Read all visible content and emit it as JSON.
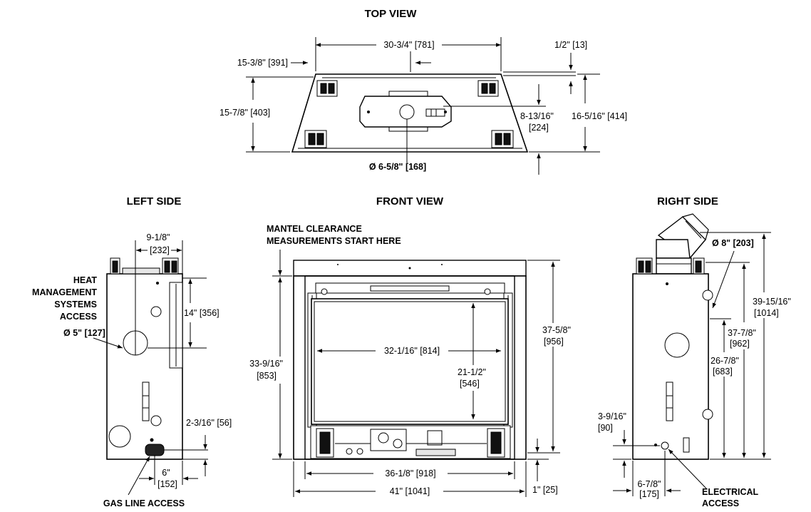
{
  "headings": {
    "top_view": "TOP VIEW",
    "left_side": "LEFT SIDE",
    "front_view": "FRONT VIEW",
    "right_side": "RIGHT SIDE"
  },
  "top_view": {
    "width": "30-3/4\" [781]",
    "left_offset": "15-3/8\" [391]",
    "top_offset": "1/2\" [13]",
    "depth": "15-7/8\" [403]",
    "overall_depth": "16-5/16\" [414]",
    "flue_offset_1": "8-13/16\"",
    "flue_offset_2": "[224]",
    "flue_diameter": "Ø 6-5/8\" [168]"
  },
  "left_side": {
    "flue_center_1": "9-1/8\"",
    "flue_center_2": "[232]",
    "hms_line1": "HEAT",
    "hms_line2": "MANAGEMENT",
    "hms_line3": "SYSTEMS",
    "hms_line4": "ACCESS",
    "hms_diameter": "Ø 5\" [127]",
    "hms_height": "14\" [356]",
    "gas_height": "2-3/16\" [56]",
    "gas_offset_1": "6\"",
    "gas_offset_2": "[152]",
    "gas_label": "GAS LINE ACCESS"
  },
  "front_view": {
    "mantel_line1": "MANTEL CLEARANCE",
    "mantel_line2": "MEASUREMENTS START HERE",
    "opening_width": "32-1/16\" [814]",
    "opening_height_1": "21-1/2\"",
    "opening_height_2": "[546]",
    "frame_height_1": "33-9/16\"",
    "frame_height_2": "[853]",
    "overall_height_1": "37-5/8\"",
    "overall_height_2": "[956]",
    "inner_width": "36-1/8\" [918]",
    "overall_width": "41\" [1041]",
    "base_offset": "1\" [25]"
  },
  "right_side": {
    "vent_diameter": "Ø 8\" [203]",
    "overall_height_1": "39-15/16\"",
    "overall_height_2": "[1014]",
    "vent_center_1": "37-7/8\"",
    "vent_center_2": "[962]",
    "side_height_1": "26-7/8\"",
    "side_height_2": "[683]",
    "elec_height_1": "3-9/16\"",
    "elec_height_2": "[90]",
    "elec_offset_1": "6-7/8\"",
    "elec_offset_2": "[175]",
    "elec_label_1": "ELECTRICAL",
    "elec_label_2": "ACCESS"
  }
}
